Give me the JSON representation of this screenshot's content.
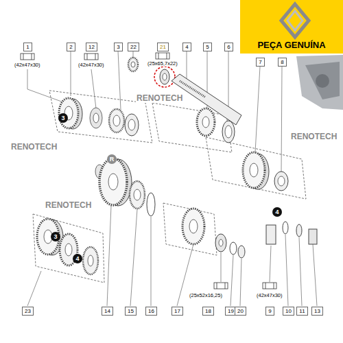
{
  "diagram": {
    "nodes": [
      {
        "text": [
          "1"
        ]
      },
      {
        "text": [
          "2"
        ]
      },
      {
        "text": [
          "12"
        ]
      },
      {
        "text": [
          "3"
        ]
      },
      {
        "text": [
          "22"
        ]
      },
      {
        "text": [
          "21"
        ]
      },
      {
        "text": [
          "4"
        ]
      },
      {
        "text": [
          "5"
        ]
      },
      {
        "text": [
          "6"
        ]
      },
      {
        "text": [
          "7"
        ]
      },
      {
        "text": [
          "8"
        ]
      },
      {
        "text": [
          "PEÇA GENUÍNA"
        ]
      },
      {
        "text": [
          "3"
        ]
      },
      {
        "text": [
          "R"
        ]
      },
      {
        "text": [
          "3"
        ]
      },
      {
        "text": [
          "4"
        ]
      },
      {
        "text": [
          "4"
        ]
      },
      {
        "text": [
          "23"
        ]
      },
      {
        "text": [
          "14"
        ]
      },
      {
        "text": [
          "15"
        ]
      },
      {
        "text": [
          "16"
        ]
      },
      {
        "text": [
          "17"
        ]
      },
      {
        "text": [
          "18"
        ]
      },
      {
        "text": [
          "19"
        ]
      },
      {
        "text": [
          "20"
        ]
      },
      {
        "text": [
          "9"
        ]
      },
      {
        "text": [
          "10"
        ]
      },
      {
        "text": [
          "11"
        ]
      },
      {
        "text": [
          "13"
        ]
      }
    ],
    "labels": [
      "(42x47x30)",
      "(42x47x30)",
      "(25x65,7x22)",
      "(25x52x16,25)",
      "(42x47x30)",
      "RENOTECH",
      "RENOTECH",
      "RENOTECH",
      "RENOTECH"
    ]
  }
}
